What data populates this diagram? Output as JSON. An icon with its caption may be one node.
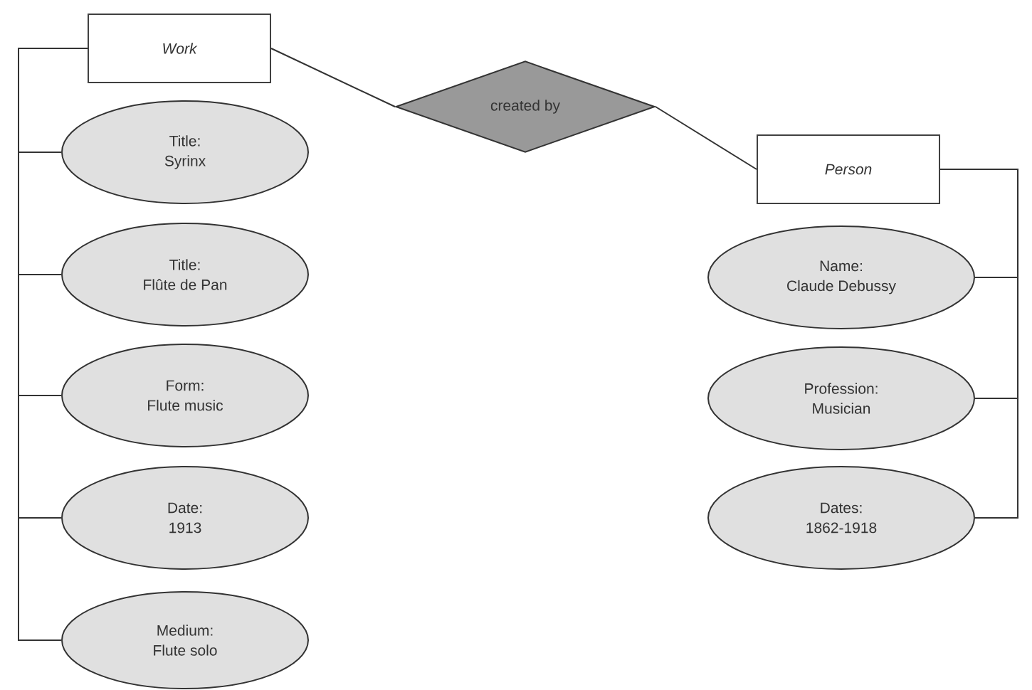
{
  "diagram": {
    "nodes": [
      {
        "text": [
          "Work"
        ]
      },
      {
        "text": [
          "Title:",
          "Syrinx"
        ]
      },
      {
        "text": [
          "Title:",
          "Flûte de Pan"
        ]
      },
      {
        "text": [
          "Form:",
          "Flute music"
        ]
      },
      {
        "text": [
          "Date:",
          "1913"
        ]
      },
      {
        "text": [
          "Medium:",
          "Flute solo"
        ]
      },
      {
        "text": [
          "created by"
        ]
      },
      {
        "text": [
          "Person"
        ]
      },
      {
        "text": [
          "Name:",
          "Claude Debussy"
        ]
      },
      {
        "text": [
          "Profession:",
          "Musician"
        ]
      },
      {
        "text": [
          "Dates:",
          "1862-1918"
        ]
      }
    ],
    "edges": [
      {
        "from": 0,
        "to": 1,
        "arrow": "none"
      },
      {
        "from": 0,
        "to": 2,
        "arrow": "none"
      },
      {
        "from": 0,
        "to": 3,
        "arrow": "none"
      },
      {
        "from": 0,
        "to": 4,
        "arrow": "none"
      },
      {
        "from": 0,
        "to": 5,
        "arrow": "none"
      },
      {
        "from": 0,
        "to": 6,
        "arrow": "none"
      },
      {
        "from": 6,
        "to": 7,
        "arrow": "none"
      },
      {
        "from": 7,
        "to": 8,
        "arrow": "none"
      },
      {
        "from": 7,
        "to": 9,
        "arrow": "none"
      },
      {
        "from": 7,
        "to": 10,
        "arrow": "none"
      }
    ]
  }
}
